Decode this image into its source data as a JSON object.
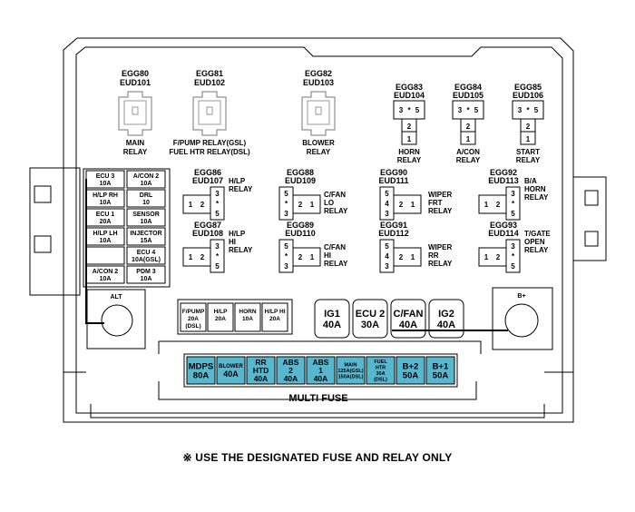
{
  "top_relays": [
    {
      "code": "EGG80",
      "eud": "EUD101",
      "name": [
        "MAIN",
        "RELAY"
      ]
    },
    {
      "code": "EGG81",
      "eud": "EUD102",
      "name": [
        "F/PUMP RELAY(GSL)",
        "FUEL HTR RELAY(DSL)"
      ]
    },
    {
      "code": "EGG82",
      "eud": "EUD103",
      "name": [
        "BLOWER",
        "RELAY"
      ]
    }
  ],
  "mini_relays": [
    {
      "code": "EGG83",
      "eud": "EUD104",
      "name": [
        "HORN",
        "RELAY"
      ]
    },
    {
      "code": "EGG84",
      "eud": "EUD105",
      "name": [
        "A/CON",
        "RELAY"
      ]
    },
    {
      "code": "EGG85",
      "eud": "EUD106",
      "name": [
        "START",
        "RELAY"
      ]
    }
  ],
  "mini_relay_pins": {
    "top": [
      "3",
      "*",
      "5"
    ],
    "mid": "2",
    "bottom": "1"
  },
  "left_fuses": [
    {
      "a": "ECU 3",
      "b": "10A"
    },
    {
      "a": "A/CON 2",
      "b": "10A"
    },
    {
      "a": "H/LP RH",
      "b": "10A"
    },
    {
      "a": "DRL",
      "b": "10"
    },
    {
      "a": "ECU 1",
      "b": "20A"
    },
    {
      "a": "SENSOR",
      "b": "10A"
    },
    {
      "a": "H/LP LH",
      "b": "10A"
    },
    {
      "a": "INJECTOR",
      "b": "15A"
    },
    {
      "a": "",
      "b": ""
    },
    {
      "a": "ECU 4",
      "b": "10A(GSL)"
    },
    {
      "a": "A/CON 2",
      "b": "10A"
    },
    {
      "a": "PDM 3",
      "b": "10A"
    }
  ],
  "type_a_relays": [
    {
      "code": "EGG86",
      "eud": "EUD107",
      "name": [
        "H/LP",
        "RELAY"
      ]
    },
    {
      "code": "EGG87",
      "eud": "EUD108",
      "name": [
        "H/LP",
        "HI",
        "RELAY"
      ]
    },
    {
      "code": "EGG92",
      "eud": "EUD113",
      "name": [
        "B/A",
        "HORN",
        "RELAY"
      ]
    },
    {
      "code": "EGG93",
      "eud": "EUD114",
      "name": [
        "T/GATE",
        "OPEN",
        "RELAY"
      ]
    }
  ],
  "type_a_pins": {
    "left": [
      "1",
      "2"
    ],
    "right": [
      "3",
      "*",
      "5"
    ]
  },
  "type_b_relays": [
    {
      "code": "EGG88",
      "eud": "EUD109",
      "name": [
        "C/FAN",
        "LO",
        "RELAY"
      ]
    },
    {
      "code": "EGG89",
      "eud": "EUD110",
      "name": [
        "C/FAN",
        "HI",
        "RELAY"
      ]
    }
  ],
  "type_b_pins": {
    "left": [
      "5",
      "*",
      "3"
    ],
    "mid": "2",
    "right": "1"
  },
  "type_c_relays": [
    {
      "code": "EGG90",
      "eud": "EUD111",
      "name": [
        "WIPER",
        "FRT",
        "RELAY"
      ]
    },
    {
      "code": "EGG91",
      "eud": "EUD112",
      "name": [
        "WIPER",
        "RR",
        "RELAY"
      ]
    }
  ],
  "type_c_pins": {
    "left": [
      "5",
      "4",
      "3"
    ],
    "mid": "2",
    "right": "1"
  },
  "mid_fuses": [
    {
      "lines": [
        "F/PUMP",
        "20A",
        "(DSL)"
      ]
    },
    {
      "lines": [
        "H/LP",
        "20A"
      ]
    },
    {
      "lines": [
        "HORN",
        "10A"
      ]
    },
    {
      "lines": [
        "H/LP HI",
        "20A"
      ]
    }
  ],
  "large_fuses": [
    {
      "name": "IG1",
      "rating": "40A"
    },
    {
      "name": "ECU 2",
      "rating": "30A"
    },
    {
      "name": "C/FAN",
      "rating": "40A"
    },
    {
      "name": "IG2",
      "rating": "40A"
    }
  ],
  "terminals": {
    "left": "ALT",
    "right": "B+"
  },
  "multi_fuse": {
    "label": "MULTI FUSE",
    "color": "#56b7cf",
    "cells": [
      {
        "lines": [
          "MDPS",
          "80A"
        ],
        "size": "big"
      },
      {
        "lines": [
          "BLOWER",
          "40A"
        ],
        "size": "mix"
      },
      {
        "lines": [
          "RR",
          "HTD",
          "40A"
        ],
        "size": "big"
      },
      {
        "lines": [
          "ABS",
          "2",
          "40A"
        ],
        "size": "big"
      },
      {
        "lines": [
          "ABS",
          "1",
          "40A"
        ],
        "size": "big"
      },
      {
        "lines": [
          "MAIN",
          "125A(GSL)",
          "150A(DSL)"
        ],
        "size": "small"
      },
      {
        "lines": [
          "FUEL",
          "HTR",
          "30A",
          "(DSL)"
        ],
        "size": "small"
      },
      {
        "lines": [
          "B+2",
          "50A"
        ],
        "size": "big"
      },
      {
        "lines": [
          "B+1",
          "50A"
        ],
        "size": "big"
      }
    ]
  },
  "note": {
    "mark": "※",
    "text": "USE THE DESIGNATED FUSE AND RELAY ONLY"
  }
}
